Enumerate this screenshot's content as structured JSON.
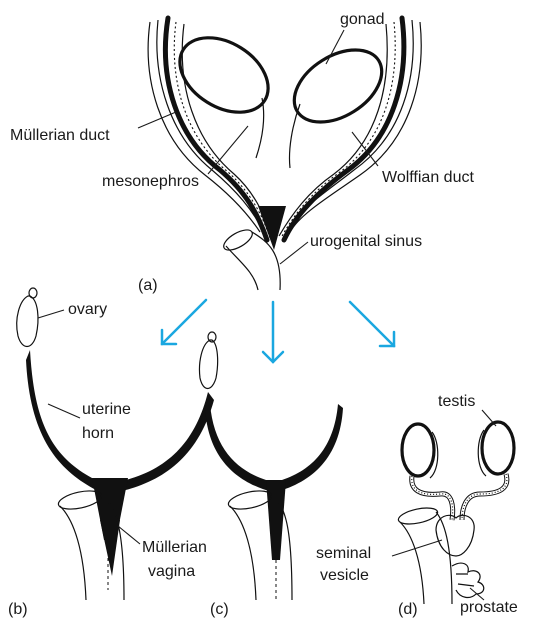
{
  "labels": {
    "gonad": "gonad",
    "mullerian_duct": "Müllerian duct",
    "mesonephros": "mesonephros",
    "wolffian_duct": "Wolffian duct",
    "urogenital_sinus": "urogenital sinus",
    "panel_a": "(a)",
    "ovary": "ovary",
    "uterine": "uterine",
    "horn": "horn",
    "mullerian": "Müllerian",
    "vagina": "vagina",
    "panel_b": "(b)",
    "panel_c": "(c)",
    "testis": "testis",
    "seminal": "seminal",
    "vesicle": "vesicle",
    "panel_d": "(d)",
    "prostate": "prostate"
  },
  "colors": {
    "arrow": "#1aa7e0",
    "ink": "#111111"
  }
}
